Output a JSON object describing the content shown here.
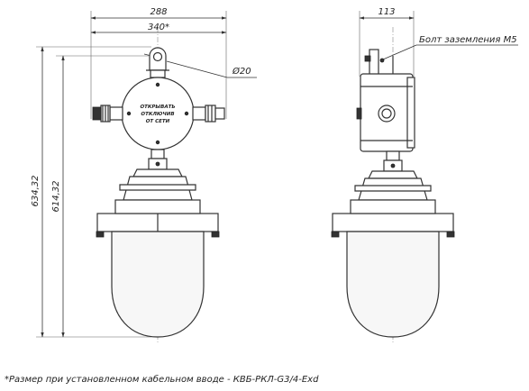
{
  "dimensions": {
    "width_top": "288",
    "width_cable": "340*",
    "diameter": "Ø20",
    "height_total": "634,32",
    "height_body": "614,32",
    "side_width": "113"
  },
  "callout_bolt": "Болт заземления М5",
  "plate_text": [
    "ОТКРЫВАТЬ",
    "ОТКЛЮЧИВ",
    "ОТ СЕТИ"
  ],
  "footnote": "*Размер при установленном кабельном вводе - КВБ-РКЛ-G3/4-Exd"
}
